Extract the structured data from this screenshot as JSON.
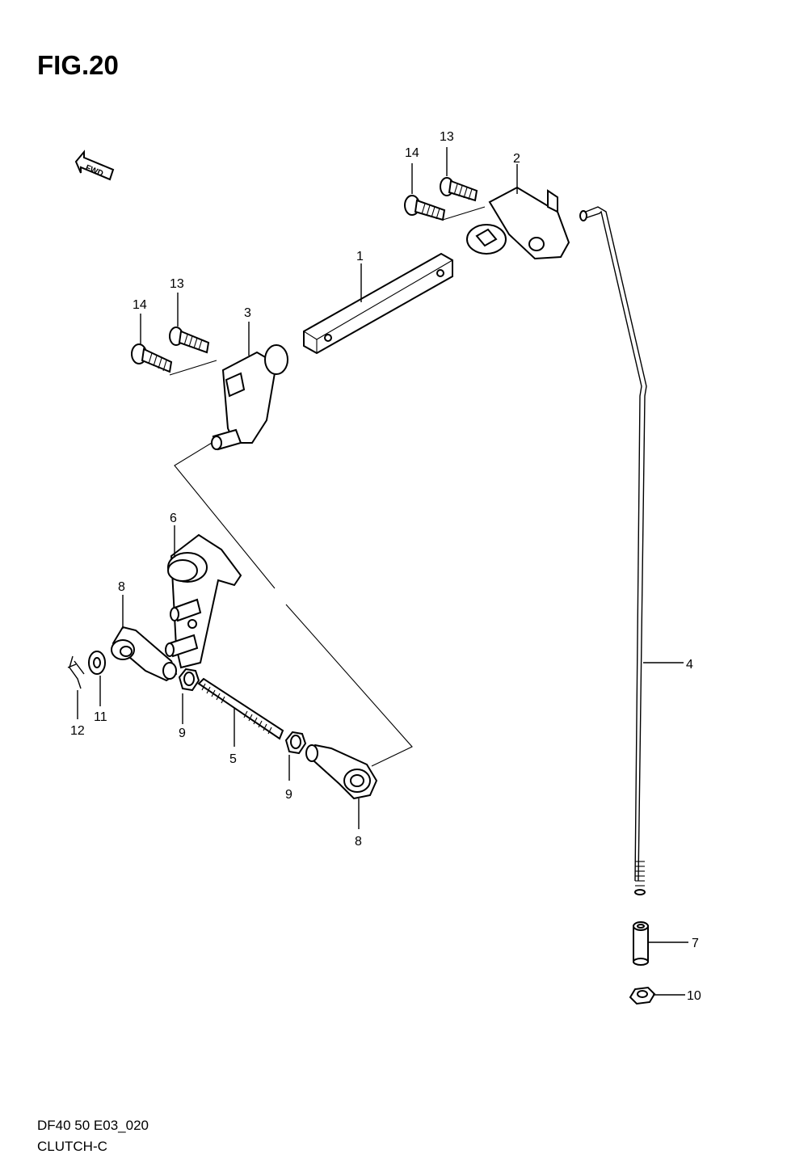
{
  "figure": {
    "title": "FIG.20",
    "code": "DF40 50 E03_020",
    "name": "CLUTCH-C",
    "fwd_arrow_label": "FWD"
  },
  "callouts": [
    "1",
    "2",
    "3",
    "4",
    "5",
    "6",
    "7",
    "8",
    "9",
    "10",
    "11",
    "12",
    "13",
    "14"
  ],
  "labels": {
    "p1": "1",
    "p2": "2",
    "p3": "3",
    "p4": "4",
    "p5": "5",
    "p6": "6",
    "p7": "7",
    "p8a": "8",
    "p8b": "8",
    "p9a": "9",
    "p9b": "9",
    "p10": "10",
    "p11": "11",
    "p12": "12",
    "p13a": "13",
    "p13b": "13",
    "p14a": "14",
    "p14b": "14"
  }
}
